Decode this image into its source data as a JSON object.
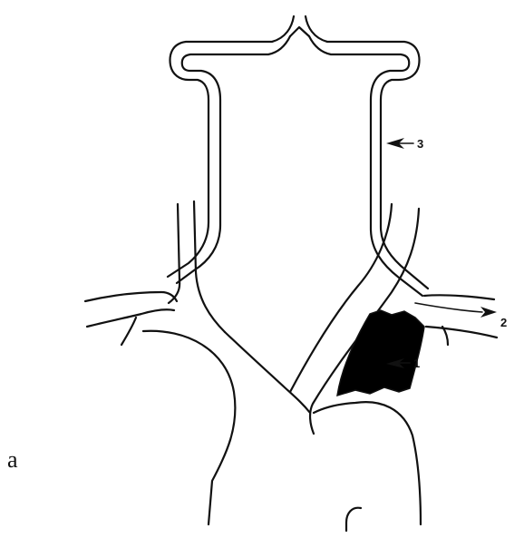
{
  "figure": {
    "panel_letter": "a",
    "labels": {
      "one": "1",
      "two": "2",
      "three": "3"
    }
  },
  "colors": {
    "line": "#111111",
    "fill_lesion": "#000000",
    "background": "#ffffff"
  }
}
